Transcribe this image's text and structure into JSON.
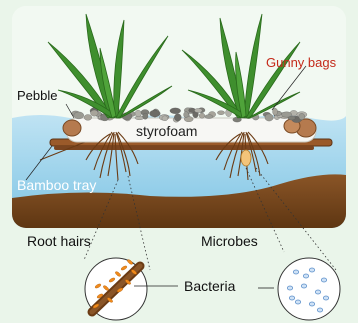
{
  "labels": {
    "pebble": "Pebble",
    "gunny_bags": "Gunny bags",
    "styrofoam": "styrofoam",
    "bamboo_tray": "Bamboo tray",
    "root_hairs": "Root hairs",
    "microbes": "Microbes",
    "bacteria": "Bacteria"
  },
  "colors": {
    "background": "#eaf5ea",
    "water": "#a8d6ec",
    "soil": "#7b4a1f",
    "leaf": "#3f8f2e",
    "roots": "#6b3b14",
    "bacteria": "#f08a1c",
    "microbe": "#5b8fc9"
  }
}
